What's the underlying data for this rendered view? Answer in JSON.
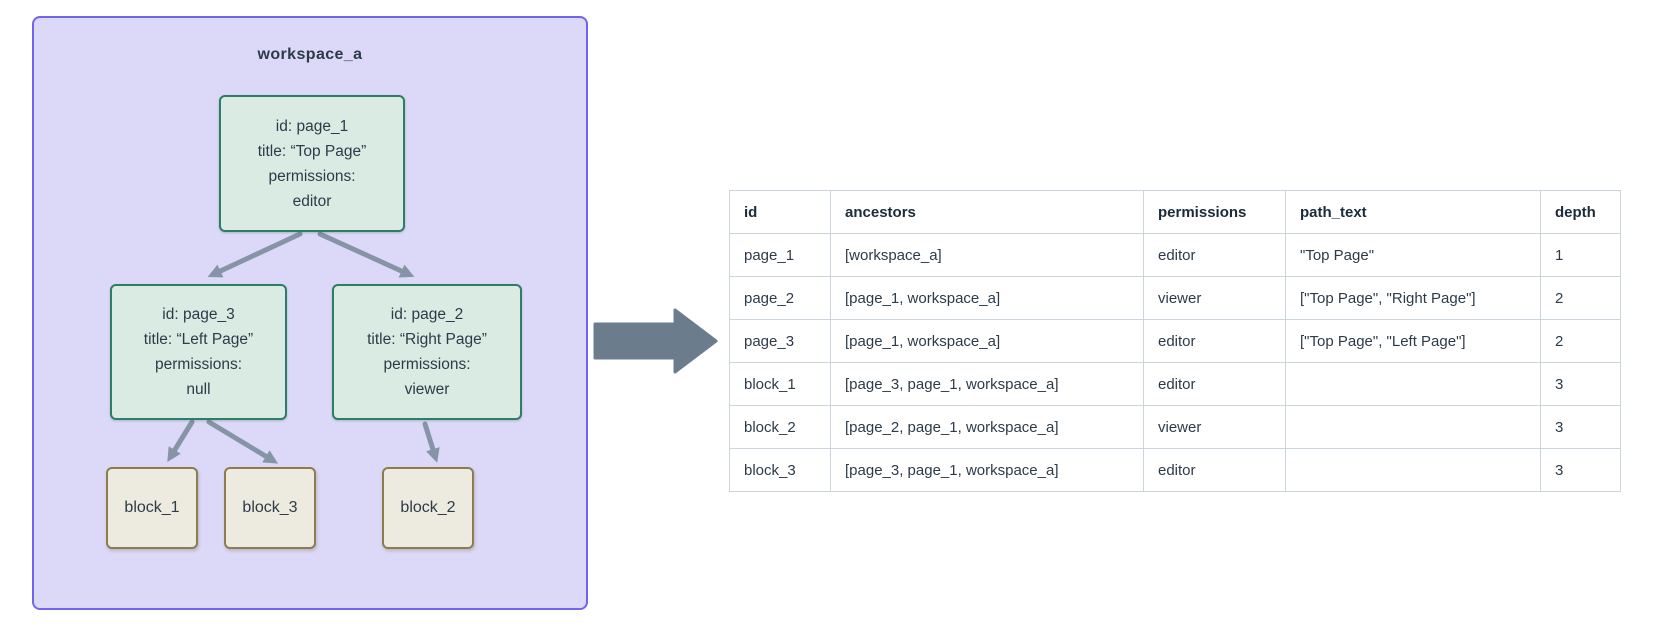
{
  "diagram": {
    "workspace_label": "workspace_a",
    "page_1": {
      "lines": [
        "id: page_1",
        "title: “Top Page”",
        "permissions:",
        "editor"
      ]
    },
    "page_3": {
      "lines": [
        "id: page_3",
        "title: “Left Page”",
        "permissions:",
        "null"
      ]
    },
    "page_2": {
      "lines": [
        "id: page_2",
        "title: “Right Page”",
        "permissions:",
        "viewer"
      ]
    },
    "block_1": {
      "label": "block_1"
    },
    "block_3": {
      "label": "block_3"
    },
    "block_2": {
      "label": "block_2"
    }
  },
  "table": {
    "columns": [
      "id",
      "ancestors",
      "permissions",
      "path_text",
      "depth"
    ],
    "rows": [
      [
        "page_1",
        "[workspace_a]",
        "editor",
        "\"Top Page\"",
        "1"
      ],
      [
        "page_2",
        "[page_1, workspace_a]",
        "viewer",
        "[\"Top Page\", \"Right Page\"]",
        "2"
      ],
      [
        "page_3",
        "[page_1, workspace_a]",
        "editor",
        "[\"Top Page\", \"Left Page\"]",
        "2"
      ],
      [
        "block_1",
        "[page_3, page_1, workspace_a]",
        "editor",
        "",
        "3"
      ],
      [
        "block_2",
        "[page_2, page_1, workspace_a]",
        "viewer",
        "",
        "3"
      ],
      [
        "block_3",
        "[page_3, page_1, workspace_a]",
        "editor",
        "",
        "3"
      ]
    ]
  },
  "colors": {
    "workspace_fill": "#dcd9f8",
    "workspace_border": "#7264ee",
    "page_fill": "#d9ebe3",
    "page_border": "#2e7d64",
    "block_fill": "#edeadf",
    "block_border": "#8d7c51",
    "tree_arrow": "#8595a5",
    "transform_arrow": "#6b7d8d",
    "table_border": "#cbd5dd",
    "text": "#2d3b49"
  }
}
